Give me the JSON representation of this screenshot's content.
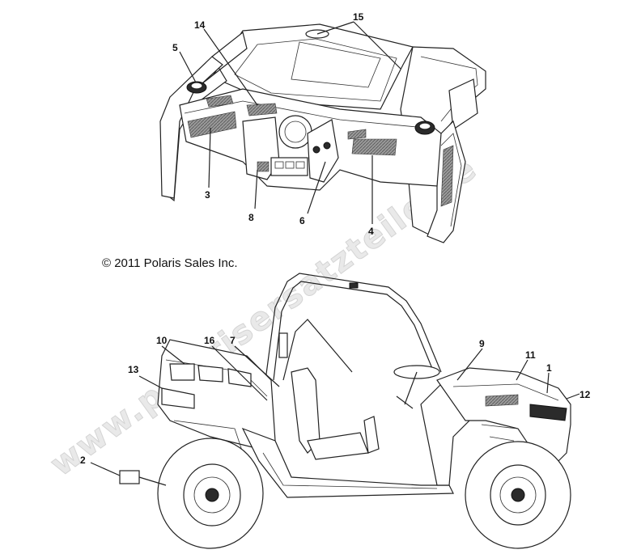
{
  "copyright": "© 2011 Polaris Sales Inc.",
  "watermark": "www.polarisersatzteile.de",
  "callouts": {
    "c1": "1",
    "c2": "2",
    "c3": "3",
    "c4": "4",
    "c5": "5",
    "c6": "6",
    "c7": "7",
    "c8": "8",
    "c9": "9",
    "c10": "10",
    "c11": "11",
    "c12": "12",
    "c13": "13",
    "c14": "14",
    "c15": "15",
    "c16": "16"
  }
}
